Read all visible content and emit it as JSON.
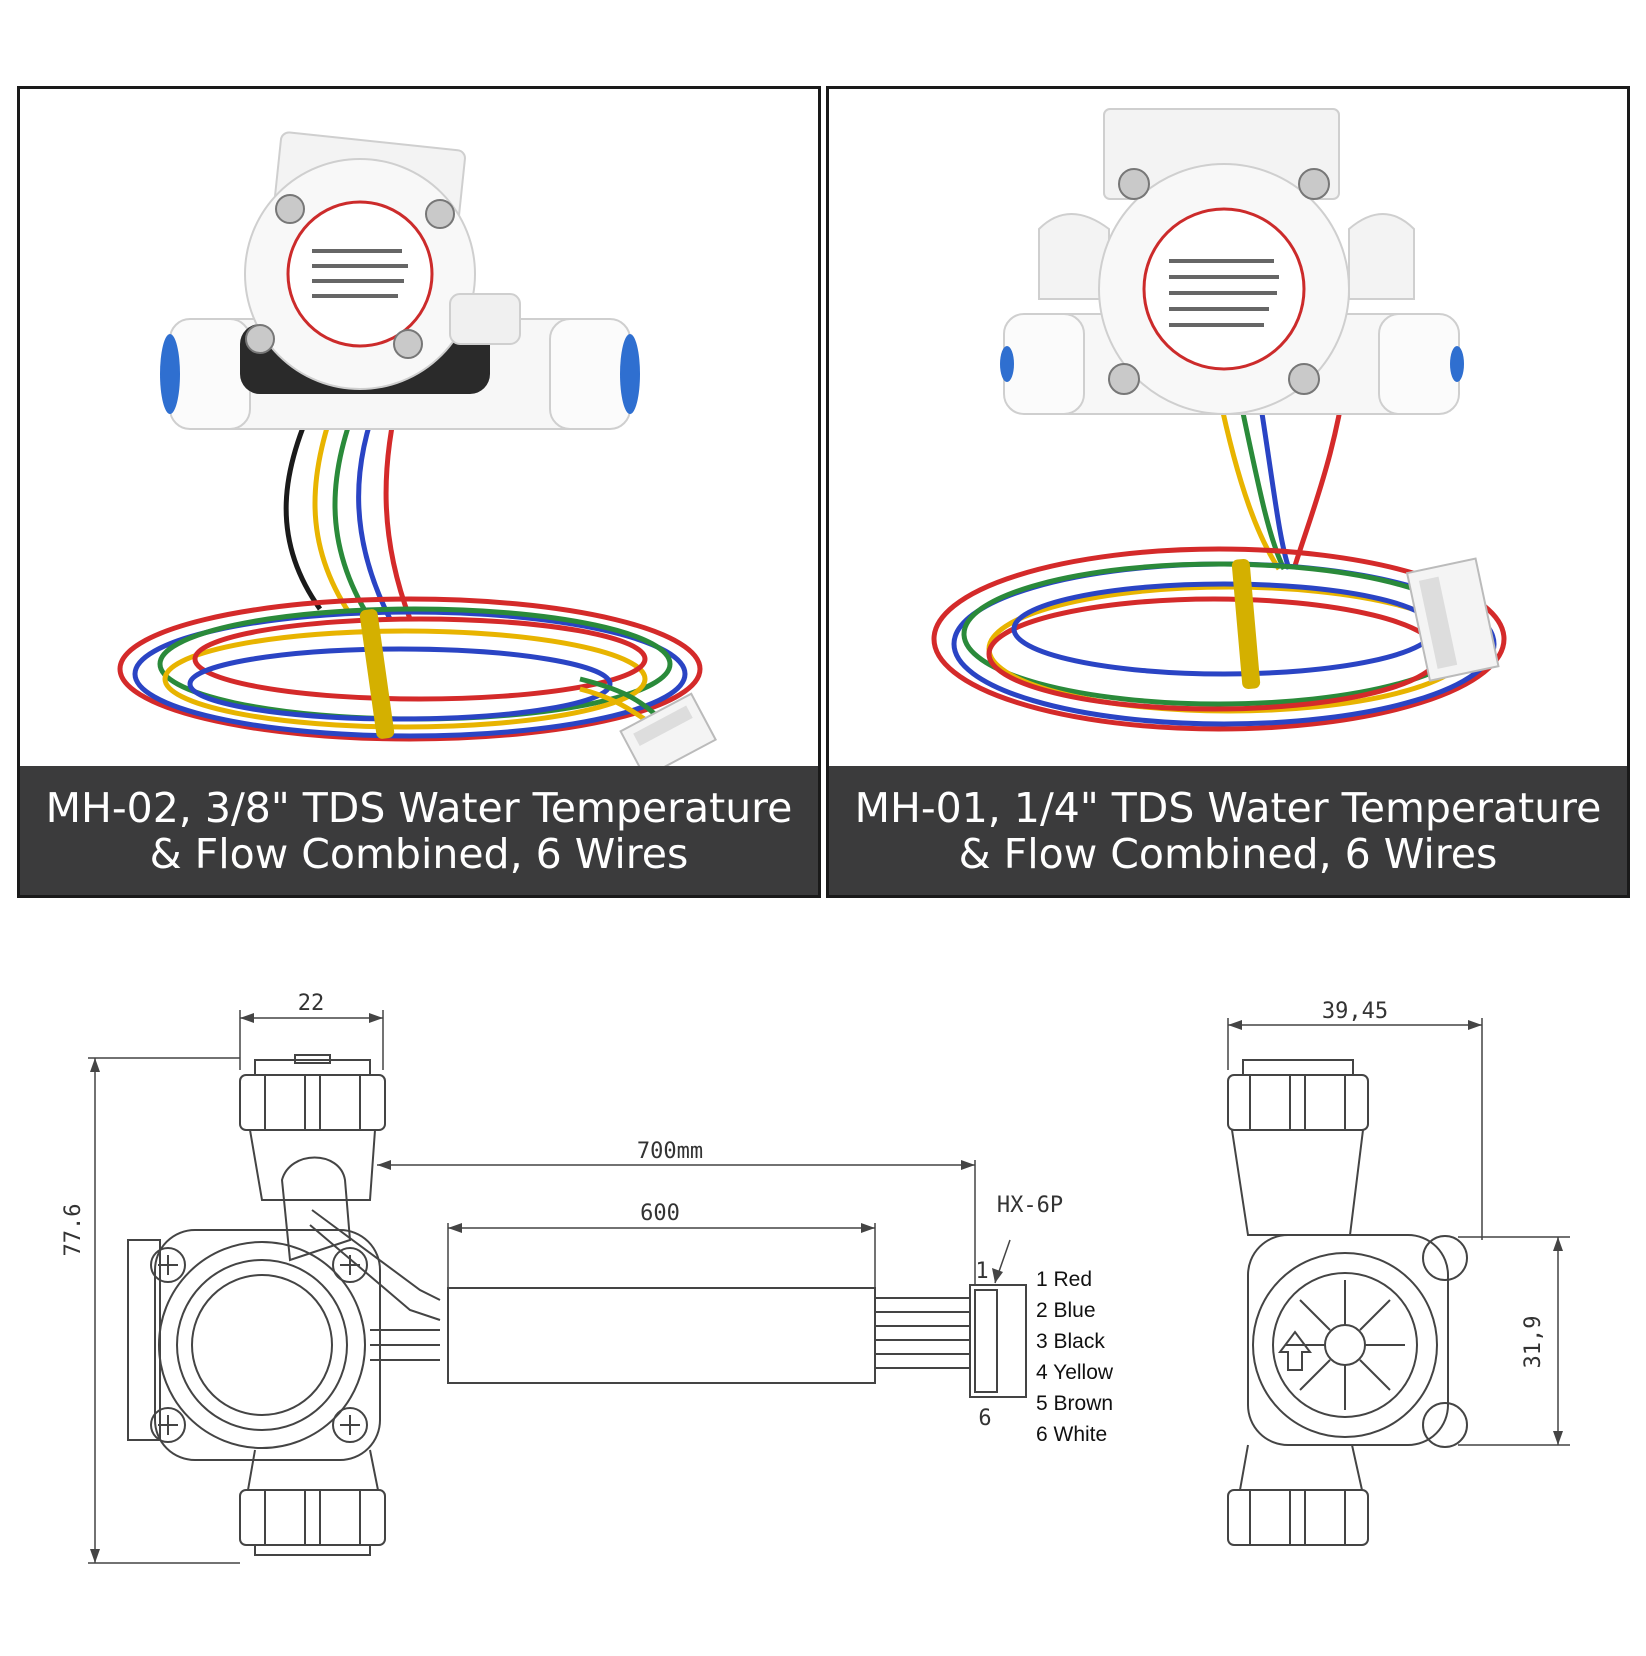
{
  "panels": [
    {
      "id": "mh02",
      "caption_line1": "MH-02, 3/8\" TDS Water Temperature",
      "caption_line2": "& Flow Combined, 6 Wires"
    },
    {
      "id": "mh01",
      "caption_line1": "MH-01, 1/4\" TDS Water Temperature",
      "caption_line2": "& Flow Combined, 6 Wires"
    }
  ],
  "drawing": {
    "dim_width": "22",
    "dim_height": "77.6",
    "dim_cable_total": "700mm",
    "dim_cable_sleeve": "600",
    "connector": "HX-6P",
    "pin_first": "1",
    "pin_last": "6",
    "pins": [
      "1 Red",
      "2 Blue",
      "3 Black",
      "4 Yellow",
      "5 Brown",
      "6 White"
    ],
    "side_dim_width": "39,45",
    "side_dim_height": "31,9"
  },
  "colors": {
    "caption_bg": "#3b3b3c",
    "wire_red": "#d42a2a",
    "wire_blue": "#2a44c4",
    "wire_black": "#1a1a1a",
    "wire_yellow": "#e8b400",
    "wire_green": "#2a8a3a",
    "tie": "#d4b000"
  }
}
